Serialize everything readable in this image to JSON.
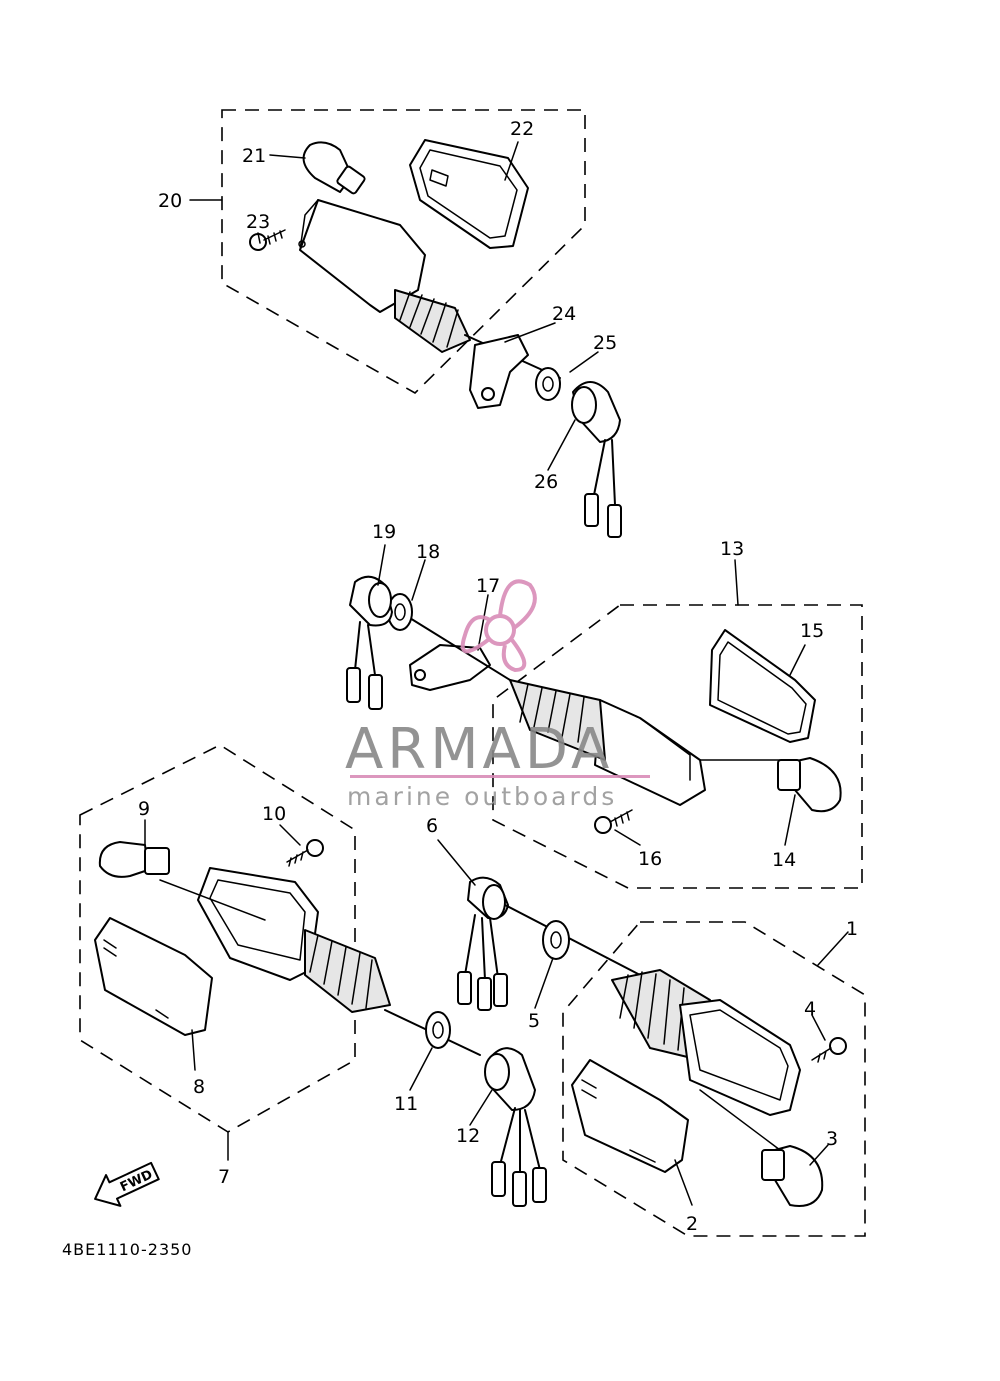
{
  "diagram_code": "4BE1110-2350",
  "fwd_label": "FWD",
  "watermark": {
    "brand": "ARMADA",
    "tagline": "marine outboards",
    "color": "#d98cb8"
  },
  "callouts": {
    "c1": "1",
    "c2": "2",
    "c3": "3",
    "c4": "4",
    "c5": "5",
    "c6": "6",
    "c7": "7",
    "c8": "8",
    "c9": "9",
    "c10": "10",
    "c11": "11",
    "c12": "12",
    "c13": "13",
    "c14": "14",
    "c15": "15",
    "c16": "16",
    "c17": "17",
    "c18": "18",
    "c19": "19",
    "c20": "20",
    "c21": "21",
    "c22": "22",
    "c23": "23",
    "c24": "24",
    "c25": "25",
    "c26": "26"
  }
}
